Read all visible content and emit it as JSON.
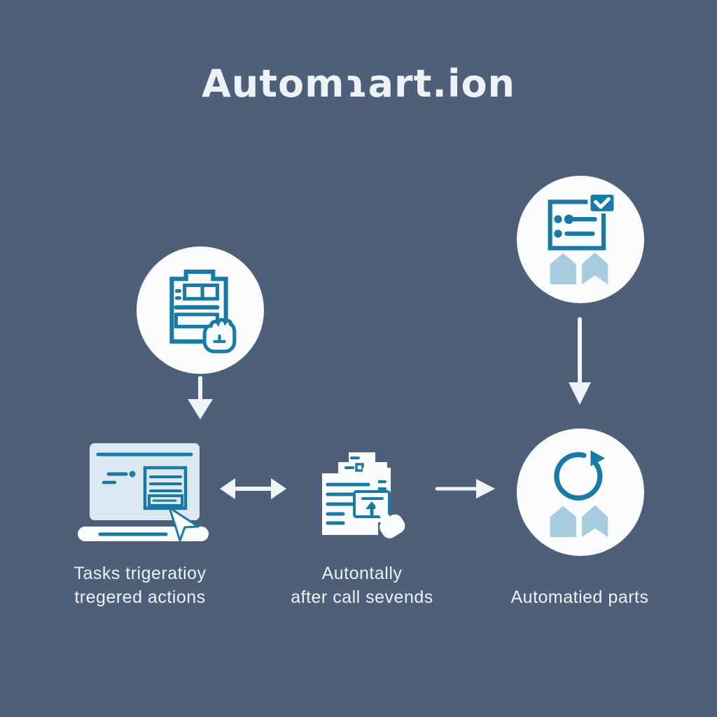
{
  "title": "Automɿart.ion",
  "colors": {
    "background": "#4e6079",
    "accent": "#187ba6",
    "light_blue": "#a7cce0",
    "screen_fill": "#dde9f2",
    "node_fill": "#fbfcfd",
    "text": "#edf2f7",
    "arrow": "#f0f4f8"
  },
  "nodes": {
    "trigger_form": {
      "icon": "clipboard-form-hand-icon"
    },
    "checklist": {
      "icon": "checklist-check-icon"
    },
    "laptop": {
      "icon": "laptop-cursor-icon"
    },
    "documents": {
      "icon": "document-stack-hand-icon"
    },
    "cycle": {
      "icon": "sync-cycle-icon"
    }
  },
  "captions": {
    "left": [
      "Tasks trigeratioy",
      "tregered actions"
    ],
    "center": [
      "Autontally",
      "after call sevends"
    ],
    "right": [
      "Automatied parts"
    ]
  },
  "arrows": [
    "down-arrow-left",
    "double-arrow-horizontal",
    "right-arrow",
    "down-arrow-right"
  ]
}
